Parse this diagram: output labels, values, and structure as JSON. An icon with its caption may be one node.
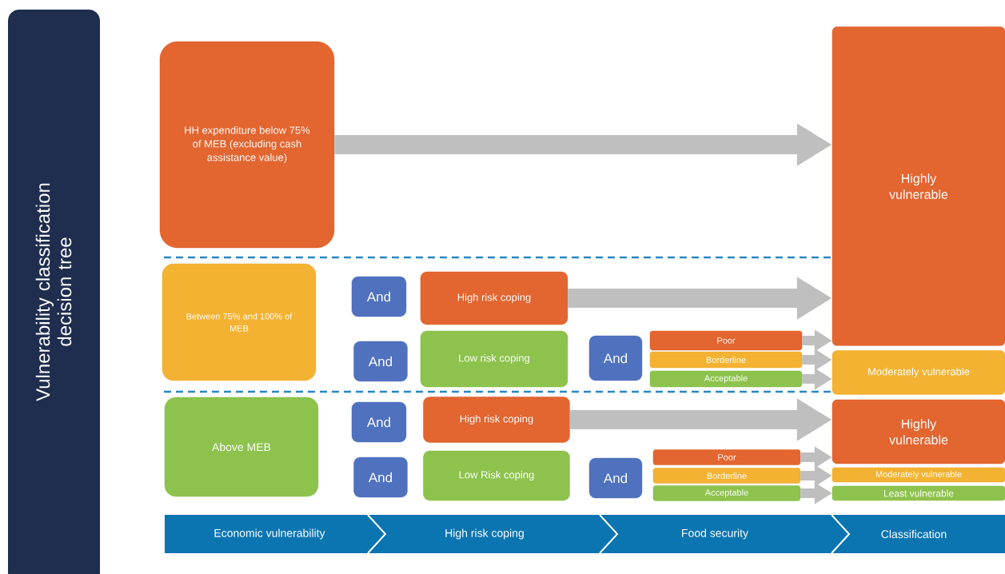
{
  "diagram": {
    "title": "Vulnerability classification decision tree",
    "nodes": [
      {
        "text": [
          "HH expenditure below 75% of MEB (excluding cash assistance value)"
        ]
      },
      {
        "text": [
          "Highly vulnerable"
        ]
      },
      {
        "text": [
          "Between 75% and 100% of MEB"
        ]
      },
      {
        "text": [
          "And"
        ]
      },
      {
        "text": [
          "High risk coping"
        ]
      },
      {
        "text": [
          "And"
        ]
      },
      {
        "text": [
          "Low risk coping"
        ]
      },
      {
        "text": [
          "And"
        ]
      },
      {
        "text": [
          "Poor"
        ]
      },
      {
        "text": [
          "Borderline"
        ]
      },
      {
        "text": [
          "Acceptable"
        ]
      },
      {
        "text": [
          "Moderately vulnerable"
        ]
      },
      {
        "text": [
          "Above MEB"
        ]
      },
      {
        "text": [
          "And"
        ]
      },
      {
        "text": [
          "High risk coping"
        ]
      },
      {
        "text": [
          "And"
        ]
      },
      {
        "text": [
          "Low Risk coping"
        ]
      },
      {
        "text": [
          "And"
        ]
      },
      {
        "text": [
          "Poor"
        ]
      },
      {
        "text": [
          "Borderline"
        ]
      },
      {
        "text": [
          "Acceptable"
        ]
      },
      {
        "text": [
          "Highly vulnerable"
        ]
      },
      {
        "text": [
          "Moderately vulnerable"
        ]
      },
      {
        "text": [
          "Least vulnerable"
        ]
      }
    ],
    "labels": [
      "Economic vulnerability",
      "High risk coping",
      "Food security",
      "Classification"
    ],
    "edges": [
      {
        "from": 0,
        "to": 1,
        "arrow": "to",
        "style": "thick"
      },
      {
        "from": 4,
        "to": 1,
        "arrow": "to",
        "style": "thick"
      },
      {
        "from": 8,
        "to": 1,
        "arrow": "to"
      },
      {
        "from": 9,
        "to": 11,
        "arrow": "to"
      },
      {
        "from": 10,
        "to": 11,
        "arrow": "to"
      },
      {
        "from": 14,
        "to": 21,
        "arrow": "to",
        "style": "thick"
      },
      {
        "from": 18,
        "to": 21,
        "arrow": "to"
      },
      {
        "from": 19,
        "to": 22,
        "arrow": "to"
      },
      {
        "from": 20,
        "to": 23,
        "arrow": "to"
      }
    ]
  }
}
